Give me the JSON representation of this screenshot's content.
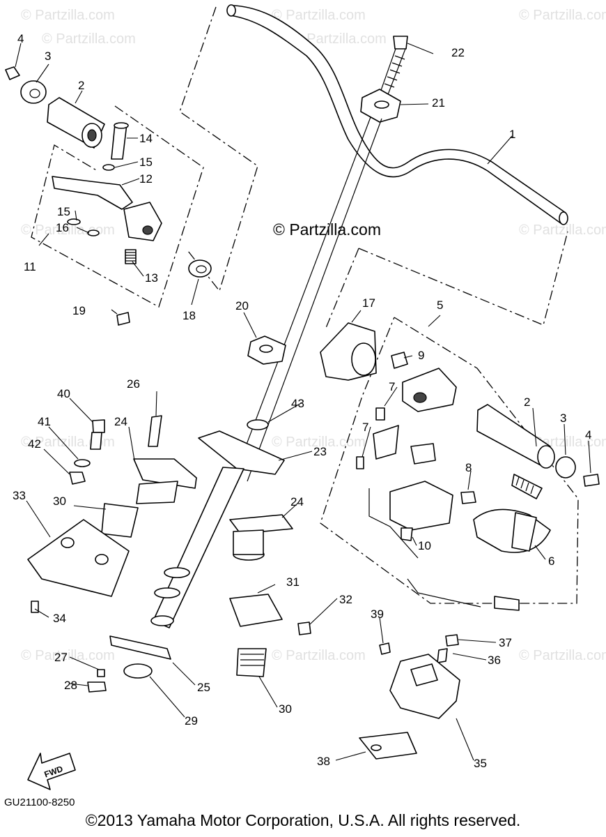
{
  "watermark": {
    "text": "© Partzilla.com",
    "center_text": "© Partzilla.com"
  },
  "diagram_code": "GU21100-8250",
  "copyright": "©2013 Yamaha Motor Corporation, U.S.A. All rights reserved.",
  "fwd_label": "FWD",
  "callouts": [
    "1",
    "2",
    "3",
    "4",
    "5",
    "6",
    "7",
    "8",
    "9",
    "10",
    "11",
    "12",
    "13",
    "14",
    "15",
    "16",
    "17",
    "18",
    "19",
    "20",
    "21",
    "22",
    "23",
    "24",
    "25",
    "26",
    "27",
    "28",
    "29",
    "30",
    "31",
    "32",
    "33",
    "34",
    "35",
    "36",
    "37",
    "38",
    "39",
    "40",
    "41",
    "42",
    "43"
  ],
  "icons": [
    "fwd-arrow-icon"
  ]
}
